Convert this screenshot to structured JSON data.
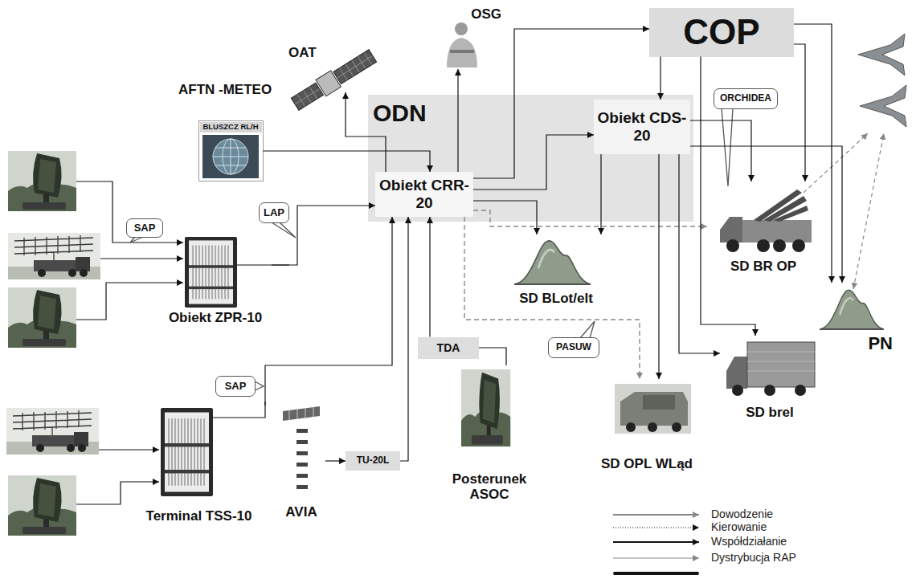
{
  "diagram": {
    "nodes": [
      {
        "text": [
          "COP"
        ]
      },
      {
        "text": [
          "OSG"
        ]
      },
      {
        "text": [
          "OAT"
        ]
      },
      {
        "text": [
          "ODN"
        ]
      },
      {
        "text": [
          "Obiekt CDS-20"
        ],
        "in": 3
      },
      {
        "text": [
          "Obiekt CRR-20"
        ],
        "in": 3
      },
      {
        "text": [
          "ORCHIDEA"
        ]
      },
      {
        "text": [
          "BLUSZCZ RL/H"
        ]
      },
      {
        "text": [
          "SAP"
        ]
      },
      {
        "text": [
          "LAP"
        ]
      },
      {
        "text": [
          "Obiekt ZPR-10"
        ]
      },
      {
        "text": [
          "SD BR OP"
        ]
      },
      {
        "text": [
          "SD BLot/elt"
        ]
      },
      {
        "text": [
          "PASUW"
        ]
      },
      {
        "text": [
          "SD brel"
        ]
      },
      {
        "text": [
          "PN"
        ]
      },
      {
        "text": [
          "TDA"
        ]
      },
      {
        "text": [
          "SAP"
        ]
      },
      {
        "text": [
          "Terminal TSS-10"
        ]
      },
      {
        "text": [
          "AVIA"
        ]
      },
      {
        "text": [
          "TU-20L"
        ]
      },
      {
        "text": [
          "Posterunek ASOC"
        ]
      },
      {
        "text": [
          "SD OPL WLąd"
        ]
      }
    ],
    "edges": [
      {
        "from": 7,
        "to": 5,
        "arrow": "to"
      },
      {
        "from": 10,
        "to": 5,
        "arrow": "to"
      },
      {
        "from": 18,
        "to": 5,
        "arrow": "to"
      },
      {
        "from": 20,
        "to": 5,
        "arrow": "to"
      },
      {
        "from": 16,
        "to": 5,
        "arrow": "to"
      },
      {
        "from": 21,
        "to": 16,
        "arrow": "none"
      },
      {
        "from": 19,
        "to": 20,
        "arrow": "to"
      },
      {
        "from": 5,
        "to": 2,
        "arrow": "to"
      },
      {
        "from": 5,
        "to": 1,
        "arrow": "to"
      },
      {
        "from": 5,
        "to": 0,
        "arrow": "to"
      },
      {
        "from": 5,
        "to": 4,
        "arrow": "to"
      },
      {
        "from": 5,
        "to": 12,
        "arrow": "to"
      },
      {
        "from": 5,
        "to": 11,
        "arrow": "to"
      },
      {
        "from": 5,
        "to": 22,
        "arrow": "to"
      },
      {
        "from": 0,
        "to": 4,
        "arrow": "to"
      },
      {
        "from": 0,
        "to": 11,
        "arrow": "to"
      },
      {
        "from": 0,
        "to": 14,
        "arrow": "to"
      },
      {
        "from": 0,
        "to": 15,
        "arrow": "to"
      },
      {
        "from": 4,
        "to": 12,
        "arrow": "to"
      },
      {
        "from": 4,
        "to": 11,
        "arrow": "to"
      },
      {
        "from": 4,
        "to": 14,
        "arrow": "to"
      },
      {
        "from": 4,
        "to": 15,
        "arrow": "to"
      },
      {
        "from": 4,
        "to": 22,
        "arrow": "to"
      }
    ],
    "labels": [
      "AFTN -METEO"
    ],
    "legend": [
      {
        "text": "Dowodzenie"
      },
      {
        "text": "Kierowanie"
      },
      {
        "text": "Współdziałanie"
      },
      {
        "text": "Dystrybucja RAP"
      }
    ]
  }
}
